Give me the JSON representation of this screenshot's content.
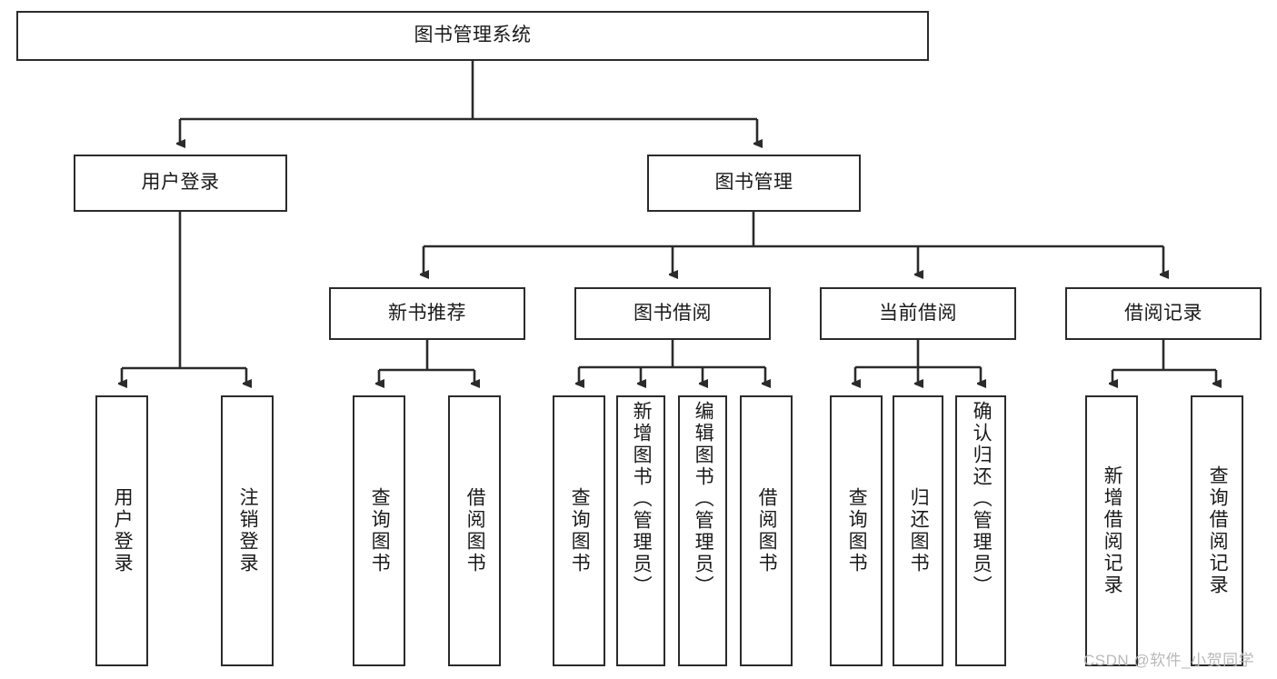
{
  "diagram": {
    "title": "图书管理系统",
    "background_color": "#ffffff",
    "line_color": "#2b2b2b",
    "text_color": "#1a1a1a"
  },
  "root": {
    "label": "图书管理系统"
  },
  "level2": [
    {
      "label": "用户登录"
    },
    {
      "label": "图书管理"
    }
  ],
  "level3": [
    {
      "label": "新书推荐"
    },
    {
      "label": "图书借阅"
    },
    {
      "label": "当前借阅"
    },
    {
      "label": "借阅记录"
    }
  ],
  "leaves": {
    "user_login": [
      {
        "label": "用户登录"
      },
      {
        "label": "注销登录"
      }
    ],
    "new_book": [
      {
        "label": "查询图书"
      },
      {
        "label": "借阅图书"
      }
    ],
    "book_borrow": [
      {
        "label": "查询图书"
      },
      {
        "label": "新增图书（管理员）"
      },
      {
        "label": "编辑图书（管理员）"
      },
      {
        "label": "借阅图书"
      }
    ],
    "current_borrow": [
      {
        "label": "查询图书"
      },
      {
        "label": "归还图书"
      },
      {
        "label": "确认归还（管理员）"
      }
    ],
    "borrow_record": [
      {
        "label": "新增借阅记录"
      },
      {
        "label": "查询借阅记录"
      }
    ]
  },
  "watermark": {
    "text": "CSDN @软件_小贺同学"
  }
}
